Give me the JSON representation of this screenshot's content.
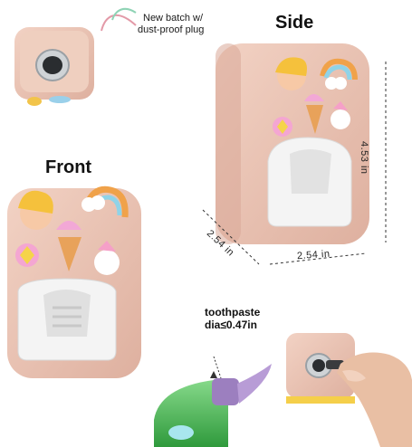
{
  "labels": {
    "batch_line1": "New batch w/",
    "batch_line2": "dust-proof plug",
    "side": "Side",
    "front": "Front",
    "height": "4.53 in",
    "depth": "2.54 in",
    "width": "2.54 in",
    "toothpaste_line1": "toothpaste",
    "toothpaste_line2": "dia≤0.47in"
  },
  "colors": {
    "body_pink": "#ecc3b4",
    "body_shadow": "#d9a796",
    "outlet_white": "#f4f4f4",
    "tube_green": "#4fbf5a",
    "nozzle_purple": "#a98ac7"
  }
}
